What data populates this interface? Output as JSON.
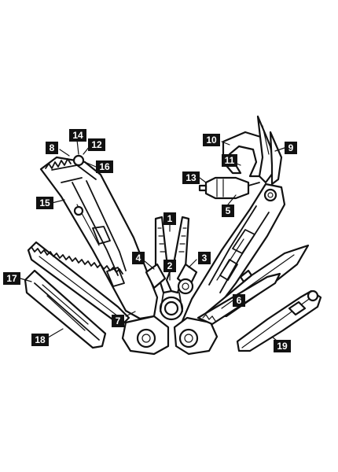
{
  "diagram": {
    "type": "multi-tool exploded part diagram",
    "callouts": [
      "1",
      "2",
      "3",
      "4",
      "5",
      "6",
      "7",
      "8",
      "9",
      "10",
      "11",
      "12",
      "13",
      "14",
      "15",
      "16",
      "17",
      "18",
      "19"
    ],
    "colors": {
      "ink": "#111111",
      "paper": "#ffffff",
      "callout_bg": "#111111",
      "callout_text": "#ffffff"
    }
  }
}
